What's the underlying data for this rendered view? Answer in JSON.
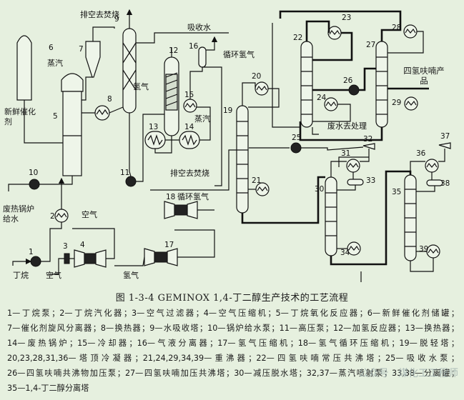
{
  "labels": {
    "vent_top": "排空去焚烧",
    "vent_mid": "排空去焚烧",
    "absorb_water": "吸收水",
    "recycle_h2_top": "循环氢气",
    "recycle_h2_bottom": "循环氢气",
    "steam_left": "蒸汽",
    "steam_mid": "蒸汽",
    "fresh_catalyst": "新鲜催化剂",
    "hydrogen_mid": "氢气",
    "hydrogen_bottom": "氢气",
    "waste_water": "废水去处理",
    "thf_product": "四氢呋喃产品",
    "boiler_water": "废热锅炉给水",
    "air_mid": "空气",
    "air_bottom": "空气",
    "butane": "丁烷"
  },
  "numbers": [
    "1",
    "2",
    "3",
    "4",
    "5",
    "6",
    "7",
    "8",
    "9",
    "10",
    "11",
    "12",
    "13",
    "14",
    "15",
    "16",
    "17",
    "18",
    "19",
    "20",
    "21",
    "22",
    "23",
    "24",
    "25",
    "26",
    "27",
    "28",
    "29",
    "30",
    "31",
    "32",
    "33",
    "34",
    "35",
    "36",
    "37",
    "38",
    "39"
  ],
  "caption": "图 1-3-4    GEMINOX 1,4-丁二醇生产技术的工艺流程",
  "legend": [
    "1—丁烷泵；",
    "2—丁烷汽化器；",
    "3—空气过滤器；",
    "4—空气压缩机；",
    "5—丁烷氧化反应器；",
    "6—新鲜催化剂储罐；",
    "7—催化剂旋风分离器；",
    "8—换热器；",
    "9—水吸收塔；",
    "10—锅炉给水泵；",
    "11—高压泵；",
    "12—加氢反应器；",
    "13—换热器；",
    "14—废热锅炉；",
    "15—冷却器；",
    "16—气液分离器；",
    "17—氢气压缩机；",
    "18—氢气循环压缩机；",
    "19—脱轻塔；",
    "20,23,28,31,36—塔顶冷凝器；",
    "21,24,29,34,39—重沸器；",
    "22—四氢呋喃常压共沸塔；",
    "25—吸收水泵；",
    "26—四氢呋喃共沸物加压泵；",
    "27—四氢呋喃加压共沸塔；",
    "30—减压脱水塔；",
    "32,37—蒸汽喷射泵；",
    "33,38—分离罐；",
    "35—1,4-丁二醇分离塔"
  ],
  "watermark": "公众号 · 煤化工工程师"
}
